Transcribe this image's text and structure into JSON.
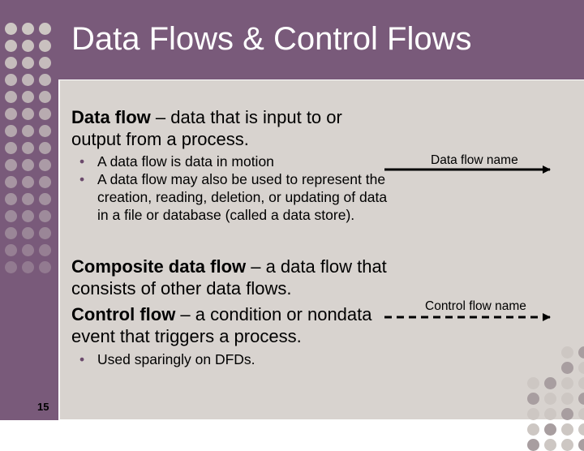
{
  "slide": {
    "title": "Data Flows & Control Flows",
    "number": "15",
    "colors": {
      "frame": "#795a7a",
      "content_bg": "#d8d3cf",
      "dot_light": "#cdc7c3",
      "dot_dark": "#a89ea0",
      "bullet": "#6b4a6c"
    }
  },
  "body": {
    "data_flow": {
      "term": "Data flow",
      "definition": " – data that is input to or output from a process."
    },
    "data_flow_bullets": [
      "A data flow is data in motion",
      "A data flow may also be used to represent the creation, reading, deletion, or updating of data in a file or database (called a data store)."
    ],
    "composite_flow": {
      "term": "Composite data flow",
      "definition": " – a data flow that consists of other data flows."
    },
    "control_flow": {
      "term": "Control flow",
      "definition": " – a condition or nondata event that triggers a process."
    },
    "control_flow_bullets": [
      "Used sparingly on DFDs."
    ]
  },
  "diagram": {
    "data_flow_label": "Data flow name",
    "control_flow_label": "Control flow name"
  }
}
